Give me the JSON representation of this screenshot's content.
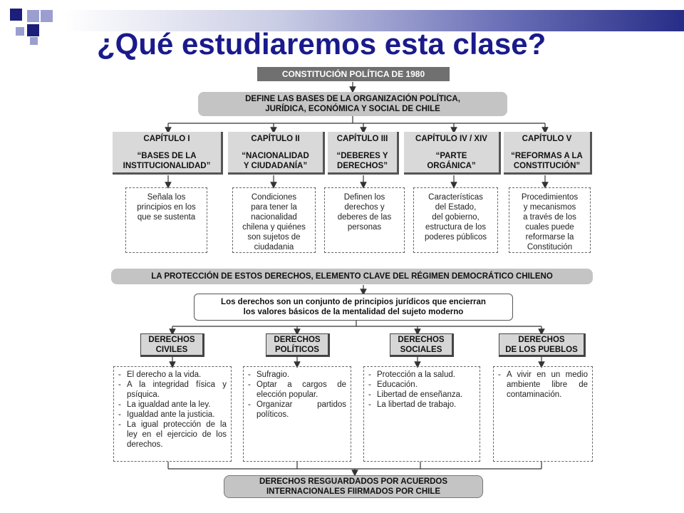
{
  "slide": {
    "title": "¿Qué estudiaremos esta clase?"
  },
  "diagram": {
    "root": "CONSTITUCIÓN POLÍTICA DE 1980",
    "defines": [
      "DEFINE LAS BASES DE LA ORGANIZACIÓN POLÍTICA,",
      "JURÍDICA, ECONÓMICA Y SOCIAL DE CHILE"
    ],
    "chapters": [
      {
        "head": "CAPÍTULO I",
        "lines": [
          "“BASES DE LA",
          "INSTITUCIONALIDAD”"
        ],
        "note": [
          "Señala los",
          "principios en los",
          "que se sustenta"
        ]
      },
      {
        "head": "CAPÍTULO II",
        "lines": [
          "“NACIONALIDAD",
          "Y CIUDADANÍA”"
        ],
        "note": [
          "Condiciones",
          "para tener la",
          "nacionalidad",
          "chilena y quiénes",
          "son sujetos de",
          "ciudadania"
        ]
      },
      {
        "head": "CAPÍTULO III",
        "lines": [
          "“DEBERES Y",
          "DERECHOS”"
        ],
        "note": [
          "Definen los",
          "derechos y",
          "deberes de las",
          "personas"
        ]
      },
      {
        "head": "CAPÍTULO IV / XIV",
        "lines": [
          "“PARTE",
          "ORGÁNICA”"
        ],
        "note": [
          "Características",
          "del Estado,",
          "del gobierno,",
          "estructura de los",
          "poderes públicos"
        ]
      },
      {
        "head": "CAPÍTULO V",
        "lines": [
          "“REFORMAS A LA",
          "CONSTITUCIÓN”"
        ],
        "note": [
          "Procedimientos",
          "y mecanismos",
          "a través de los",
          "cuales puede",
          "reformarse la",
          "Constitución"
        ]
      }
    ],
    "protection": "LA PROTECCIÓN DE ESTOS DERECHOS, ELEMENTO CLAVE DEL RÉGIMEN DEMOCRÁTICO CHILENO",
    "rights_def": [
      "Los derechos son un conjunto de principios jurídicos que encierran",
      "los valores básicos de la mentalidad del sujeto moderno"
    ],
    "rights": [
      {
        "head": [
          "DERECHOS",
          "CIVILES"
        ],
        "items": [
          "El derecho a la vida.",
          "A la integridad física y psíquica.",
          "La igualdad ante la ley.",
          "Igualdad ante la justicia.",
          "La igual protección de la ley en el ejercicio de los derechos."
        ]
      },
      {
        "head": [
          "DERECHOS",
          "POLÍTICOS"
        ],
        "items": [
          "Sufragio.",
          "Optar a cargos de elección popular.",
          "Organizar partidos políticos."
        ]
      },
      {
        "head": [
          "DERECHOS",
          "SOCIALES"
        ],
        "items": [
          "Protección a la salud.",
          "Educación.",
          "Libertad de enseñanza.",
          "La libertad de trabajo."
        ]
      },
      {
        "head": [
          "DERECHOS",
          "DE LOS PUEBLOS"
        ],
        "items": [
          "A vivir en un medio ambiente libre de contaminación."
        ]
      }
    ],
    "footer": [
      "DERECHOS RESGUARDADOS POR ACUERDOS",
      "INTERNACIONALES FIIRMADOS POR CHILE"
    ]
  },
  "colors": {
    "title": "#1a1a8c",
    "deco_dark": "#1c1f7a",
    "deco_light": "#9a9fd0"
  }
}
